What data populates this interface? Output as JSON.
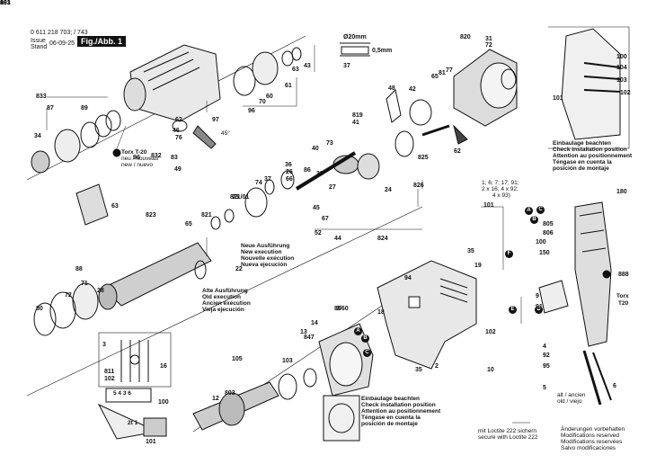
{
  "header": {
    "part_number": "0 611 218 703; / 743",
    "issue_label": "Issue",
    "stand_label": "Stand",
    "date": "06-09-25",
    "figure": "Fig./Abb. 1"
  },
  "dimension_callout": {
    "diameter": "Ø20mm",
    "thickness": "0,5mm",
    "part": "37"
  },
  "notes": {
    "torx_t20": [
      "Torx T-20",
      "neu / nouveau",
      "new / nuevo"
    ],
    "new_version": [
      "Neue Ausführung",
      "New execution",
      "Nouvelle exécution",
      "Nueva ejecución"
    ],
    "old_version": [
      "Alte Ausführung",
      "Old execution",
      "Ancien exécution",
      "Vieja ejecución"
    ],
    "mounting_top": [
      "Einbaulage beachten",
      "Check installation position",
      "Attention au positionnement",
      "Téngase en cuenta la",
      "posición de montaje"
    ],
    "mounting_bottom": [
      "Einbaulage beachten",
      "Check installation position",
      "Attention au positionnement",
      "Téngase en cuenta la",
      "posición de montaje"
    ],
    "loctite": [
      "mit Loctite 222 sichern",
      "secure with Loctite 222"
    ],
    "footer": [
      "Änderungen vorbehalten",
      "Modifications reserved",
      "Modifications reservées",
      "Salvo modificaciones"
    ],
    "alt": [
      "alt / ancien",
      "old / viejo"
    ],
    "torx_right": [
      "Torx",
      "T20"
    ],
    "variants": [
      "1; 6; 7; 17; 91;",
      "2 x 16; 4 x 92;",
      "4 x 93)"
    ],
    "angle": "45°",
    "circuit_label": "5  4  3  6",
    "circuit_sub": "2t  1"
  },
  "badges": [
    "A",
    "B",
    "C",
    "D",
    "E",
    "F"
  ],
  "part_labels": [
    "31",
    "72",
    "820",
    "77",
    "81",
    "65",
    "42",
    "48",
    "100",
    "104",
    "103",
    "101",
    "102",
    "833",
    "87",
    "89",
    "34",
    "90",
    "46",
    "76",
    "83",
    "832",
    "49",
    "62",
    "97",
    "70",
    "60",
    "61",
    "63",
    "43",
    "96",
    "819",
    "41",
    "40",
    "73",
    "26",
    "36",
    "66",
    "86",
    "37",
    "74",
    "75",
    "38",
    "27",
    "45",
    "67",
    "52",
    "44",
    "824",
    "24",
    "825",
    "826",
    "62",
    "63",
    "823",
    "65",
    "821",
    "821/01",
    "88",
    "71",
    "28",
    "22",
    "80",
    "72",
    "847",
    "85",
    "35",
    "19",
    "3",
    "16",
    "811",
    "100",
    "102",
    "101",
    "105",
    "103",
    "12",
    "803",
    "13",
    "14",
    "3/60",
    "18",
    "94",
    "2",
    "35",
    "10",
    "180",
    "888",
    "9",
    "91",
    "92",
    "95",
    "4",
    "5",
    "6",
    "805",
    "806",
    "150",
    "100",
    "101",
    "102",
    "103",
    "801",
    "93"
  ]
}
